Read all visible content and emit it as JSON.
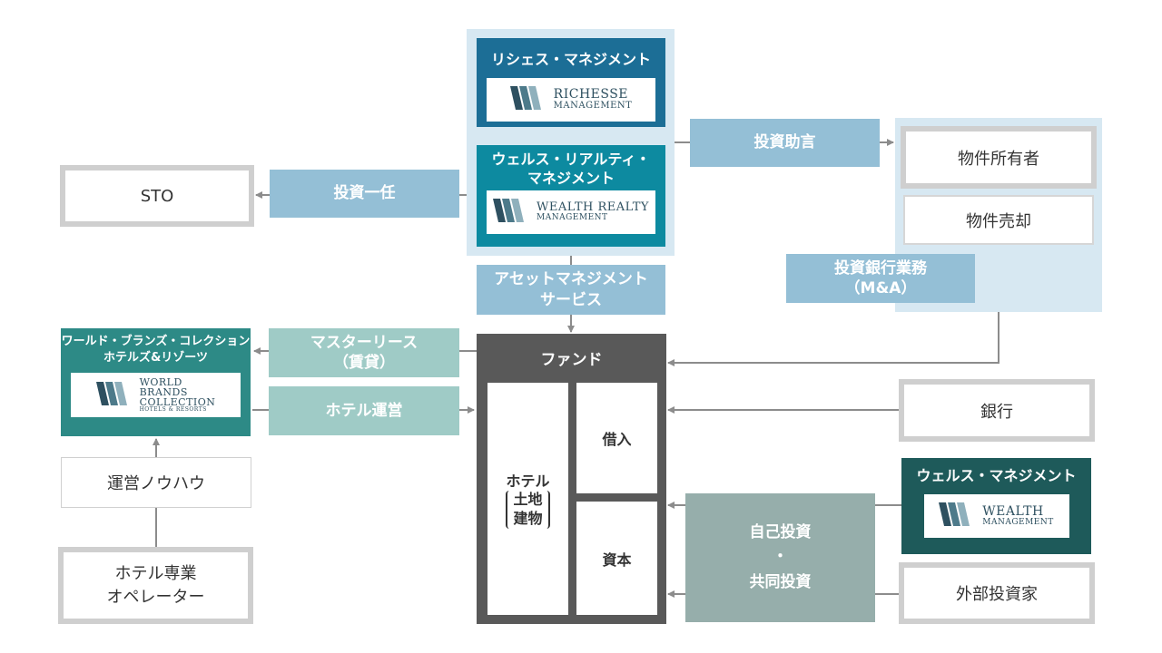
{
  "colors": {
    "richesse": "#1c6e96",
    "wealth_realty": "#0d8aa0",
    "wbc": "#2d8a86",
    "wealth_mgmt": "#1e5a5a",
    "fund": "#595959",
    "light_blue_bg": "#d7e8f2",
    "arrow": "#8c8c8c"
  },
  "richesse": {
    "title": "リシェス・マネジメント",
    "logo_line1": "RICHESSE",
    "logo_line2": "MANAGEMENT",
    "logo_icon": "w-mark-icon"
  },
  "wealth_realty": {
    "title_line1": "ウェルス・リアルティ・",
    "title_line2": "マネジメント",
    "logo_line1": "WEALTH REALTY",
    "logo_line2": "MANAGEMENT",
    "logo_icon": "w-mark-icon"
  },
  "sto": "STO",
  "labels": {
    "discretionary": "投資一任",
    "advisory": "投資助言",
    "asset_mgmt_1": "アセットマネジメント",
    "asset_mgmt_2": "サービス",
    "master_lease_1": "マスターリース",
    "master_lease_2": "（賃貸）",
    "hotel_ops": "ホテル運営",
    "ib_1": "投資銀行業務",
    "ib_2": "（M&A）",
    "self_invest": "自己投資",
    "dot": "・",
    "co_invest": "共同投資"
  },
  "property": {
    "owner": "物件所有者",
    "sale": "物件売却"
  },
  "wbc": {
    "title_line1": "ワールド・ブランズ・コレクション",
    "title_line2": "ホテルズ&リゾーツ",
    "logo_line1": "WORLD",
    "logo_line2": "BRANDS",
    "logo_line3": "COLLECTION",
    "logo_line4": "HOTELS & RESORTS",
    "logo_icon": "w-mark-icon"
  },
  "know_how": "運営ノウハウ",
  "operator_1": "ホテル専業",
  "operator_2": "オペレーター",
  "fund": {
    "title": "ファンド",
    "assets_1": "ホテル",
    "assets_2": "土地",
    "assets_3": "建物",
    "borrowing": "借入",
    "equity": "資本"
  },
  "bank": "銀行",
  "wealth_mgmt": {
    "title": "ウェルス・マネジメント",
    "logo_line1": "WEALTH",
    "logo_line2": "MANAGEMENT",
    "logo_icon": "w-mark-icon"
  },
  "external_investors": "外部投資家"
}
